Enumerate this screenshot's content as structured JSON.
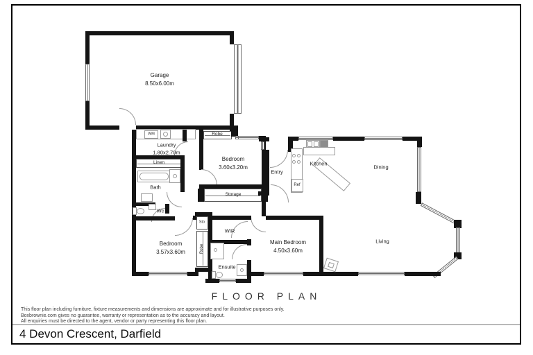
{
  "title": "FLOOR PLAN",
  "address": "4 Devon Crescent, Darfield",
  "disclaimer": {
    "line1": "This floor plan including furniture, fixture measurements and dimensions are approximate and for illustrative purposes only.",
    "line2": "Boxbrownie.com gives no guarantee, warranty or representation as to the accuracy and layout.",
    "line3": "All enquiries must be directed to the agent, vendor or party representing this floor plan."
  },
  "rooms": {
    "garage": {
      "name": "Garage",
      "dims": "8.50x6.00m"
    },
    "laundry": {
      "name": "Laundry",
      "dims": "1.80x2.70m"
    },
    "bedroom1": {
      "name": "Bedroom",
      "dims": "3.60x3.20m"
    },
    "bedroom2": {
      "name": "Bedroom",
      "dims": "3.57x3.60m"
    },
    "main_bedroom": {
      "name": "Main Bedroom",
      "dims": "4.50x3.60m"
    },
    "entry": {
      "name": "Entry"
    },
    "kitchen": {
      "name": "Kitchen"
    },
    "dining": {
      "name": "Dining"
    },
    "living": {
      "name": "Living"
    },
    "bath": {
      "name": "Bath"
    },
    "wc": {
      "name": "Wc"
    },
    "wir": {
      "name": "WIR"
    },
    "ensuite": {
      "name": "Ensuite"
    }
  },
  "fixtures": {
    "wm": "WM",
    "ref": "Ref",
    "robe1": "Robe",
    "robe2": "Robe",
    "sto": "Sto",
    "linen": "Linen",
    "storage": "Storage"
  },
  "colors": {
    "wall": "#141414",
    "fixture_outline": "#9a9a9a"
  }
}
